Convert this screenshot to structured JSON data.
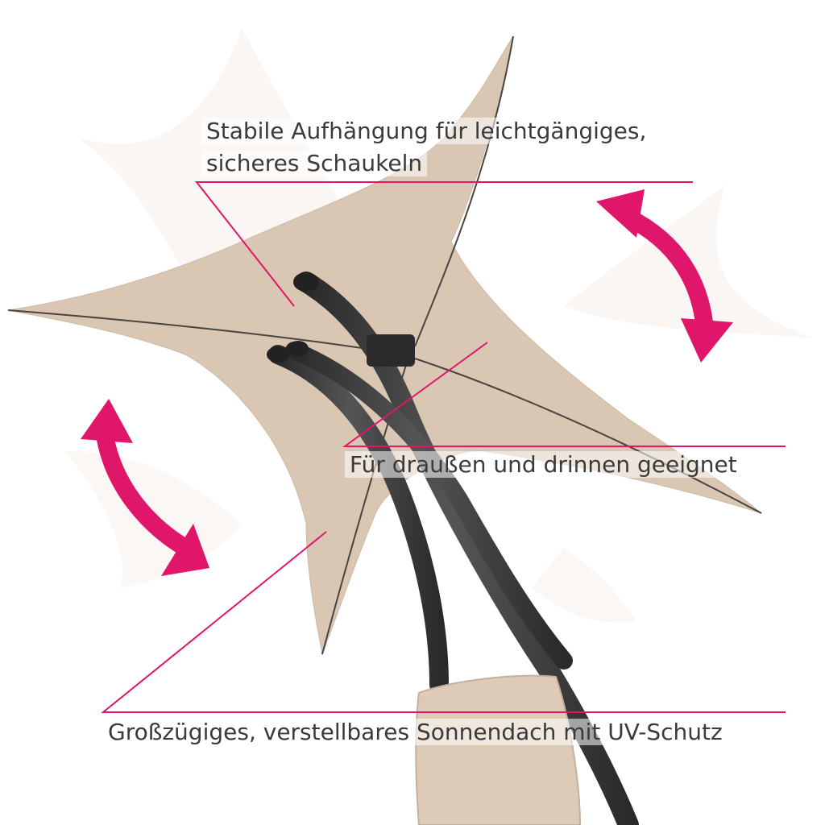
{
  "callouts": {
    "suspension": {
      "line1": "Stabile Aufhängung für leichtgängiges,",
      "line2": "sicheres Schaukeln"
    },
    "indoor_outdoor": "Für draußen und drinnen geeignet",
    "canopy": "Großzügiges, verstellbares Sonnendach mit UV-Schutz"
  },
  "colors": {
    "accent": "#e0166a",
    "canopy": "#d9c7b4",
    "frame": "#3a3a3a",
    "text": "#3a3a3a"
  }
}
